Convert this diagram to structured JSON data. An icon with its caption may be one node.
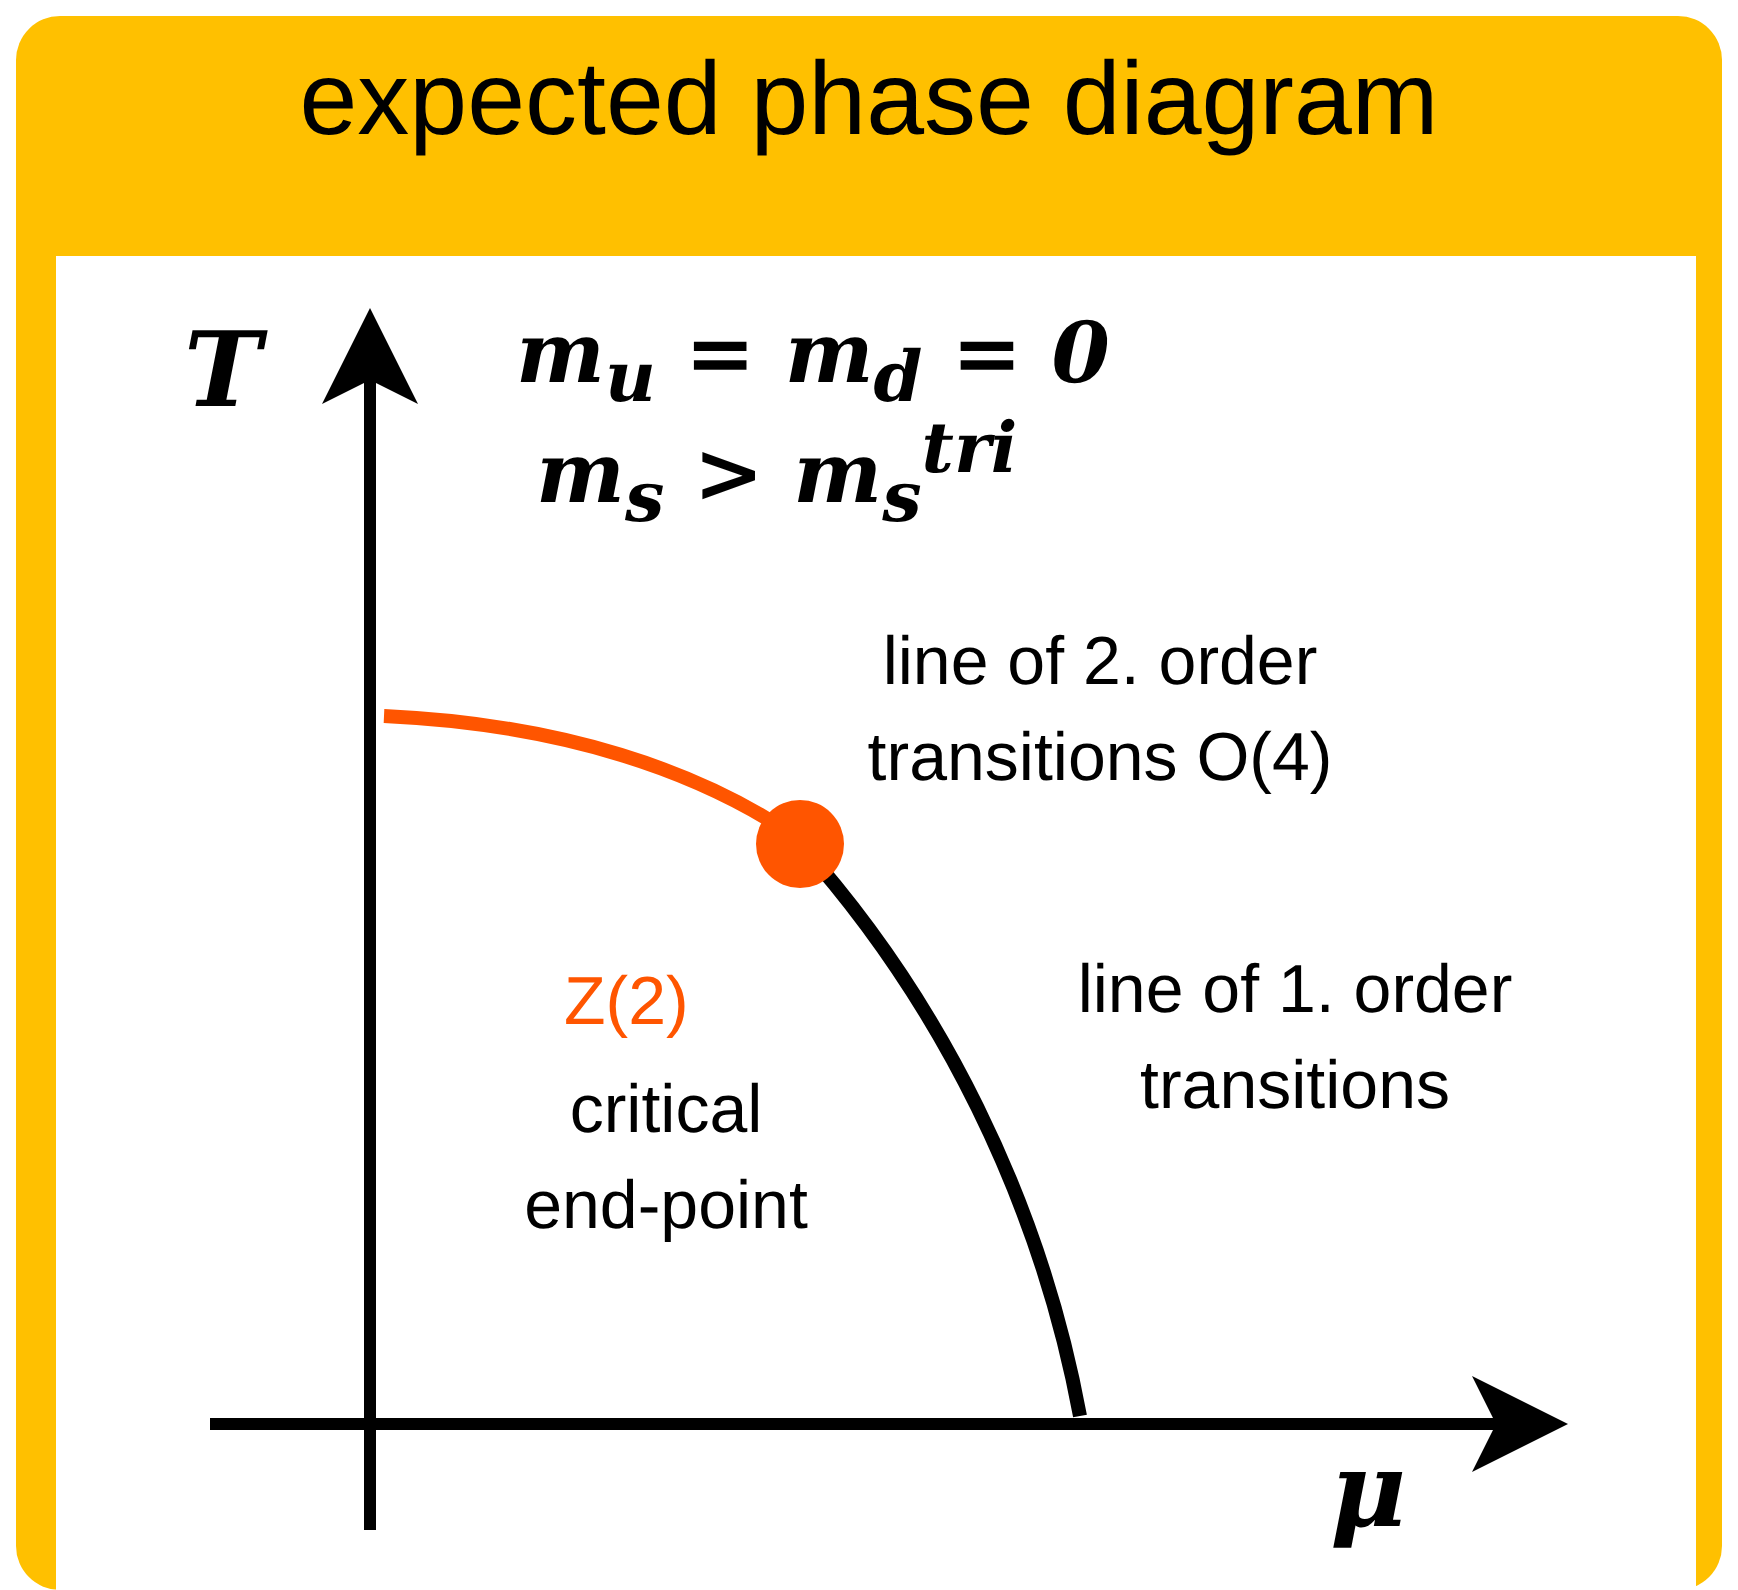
{
  "diagram": {
    "title": "expected phase diagram",
    "labels": [
      "T",
      "*m*$_{u}$ = *m*$_{d}$ = 0",
      "*m*$_{s}$ > *m*$_{s}$$^{tri}$",
      "line of 2. order transitions O(4)",
      "Z(2)",
      "critical end-point",
      "line of 1. order transitions",
      "μ"
    ]
  }
}
